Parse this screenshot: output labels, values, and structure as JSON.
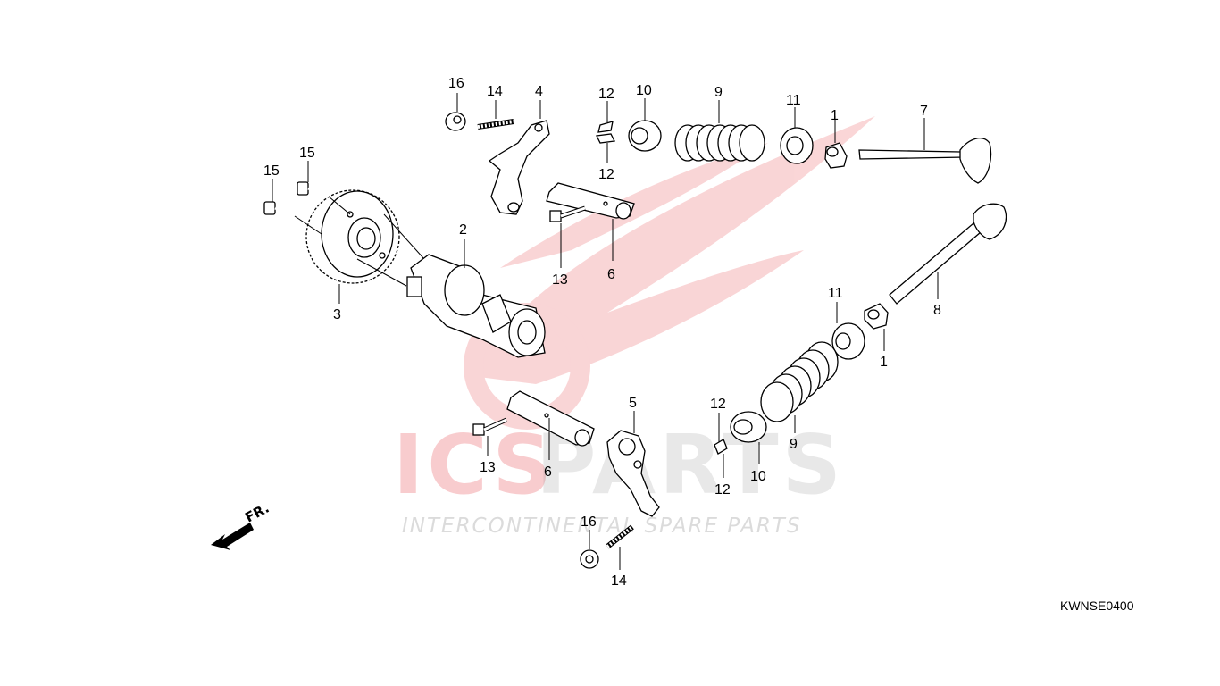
{
  "diagram_ref": "KWNSE0400",
  "direction_label": "FR.",
  "watermark": {
    "brand_left": "ICS",
    "brand_right": "PARTS",
    "tagline": "INTERCONTINENTAL SPARE PARTS",
    "brand_color": "#e21b23",
    "gray_color": "#cfcfcf"
  },
  "callouts": {
    "c1a": "1",
    "c1b": "1",
    "c2": "2",
    "c3": "3",
    "c4": "4",
    "c5": "5",
    "c6a": "6",
    "c6b": "6",
    "c7": "7",
    "c8": "8",
    "c9a": "9",
    "c9b": "9",
    "c10a": "10",
    "c10b": "10",
    "c11a": "11",
    "c11b": "11",
    "c12a": "12",
    "c12b": "12",
    "c12c": "12",
    "c12d": "12",
    "c13a": "13",
    "c13b": "13",
    "c14a": "14",
    "c14b": "14",
    "c15a": "15",
    "c15b": "15",
    "c16a": "16",
    "c16b": "16"
  }
}
